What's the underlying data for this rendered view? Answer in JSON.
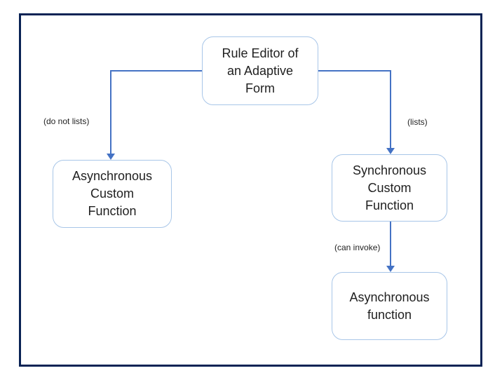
{
  "diagram": {
    "type": "flowchart",
    "nodes": [
      {
        "id": "rule-editor",
        "label": "Rule Editor of an Adaptive Form"
      },
      {
        "id": "async-custom",
        "label": "Asynchronous Custom Function"
      },
      {
        "id": "sync-custom",
        "label": "Synchronous Custom Function"
      },
      {
        "id": "async-fn",
        "label": "Asynchronous function"
      }
    ],
    "edges": [
      {
        "from": "rule-editor",
        "to": "async-custom",
        "label": "(do not lists)"
      },
      {
        "from": "rule-editor",
        "to": "sync-custom",
        "label": "(lists)"
      },
      {
        "from": "sync-custom",
        "to": "async-fn",
        "label": "(can invoke)"
      }
    ],
    "colors": {
      "frame": "#0a2355",
      "connector": "#4472c4",
      "node_border": "#a8c6e8",
      "text": "#1f1f1f",
      "bg": "#ffffff"
    }
  }
}
